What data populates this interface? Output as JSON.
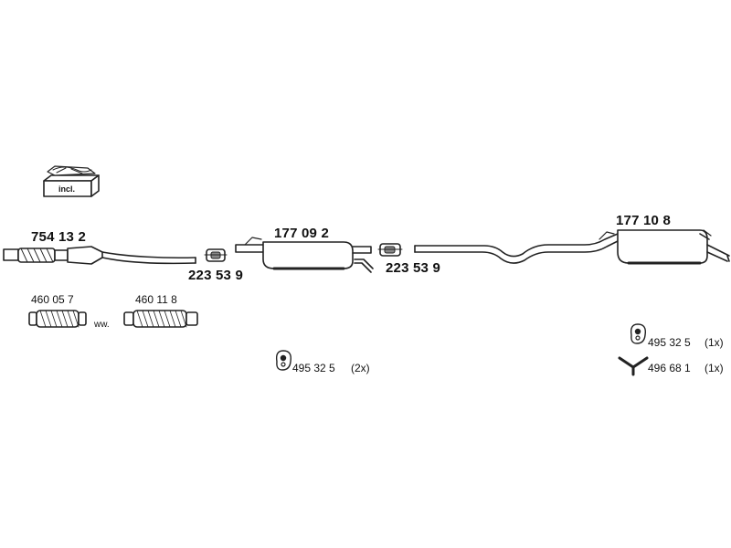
{
  "kit_box": {
    "label": "incl."
  },
  "parts": {
    "front_pipe": "754 13 2",
    "clamp_left": "223 53 9",
    "middle_silencer": "177 09 2",
    "clamp_right": "223 53 9",
    "rear_silencer": "177 10 8",
    "flex_pipe_a": "460 05 7",
    "flex_pipe_b": "460 11 8"
  },
  "separator": "ww.",
  "mounting": {
    "rubber_mount_mid": {
      "part": "495 32 5",
      "qty": "(2x)",
      "icon": "rubber-hanger-icon"
    },
    "rubber_mount_rear": {
      "part": "495 32 5",
      "qty": "(1x)",
      "icon": "rubber-hanger-icon"
    },
    "y_bracket_rear": {
      "part": "496 68 1",
      "qty": "(1x)",
      "icon": "y-bracket-icon"
    }
  },
  "colors": {
    "line": "#222222",
    "fill": "#ffffff",
    "shade": "#888888"
  }
}
